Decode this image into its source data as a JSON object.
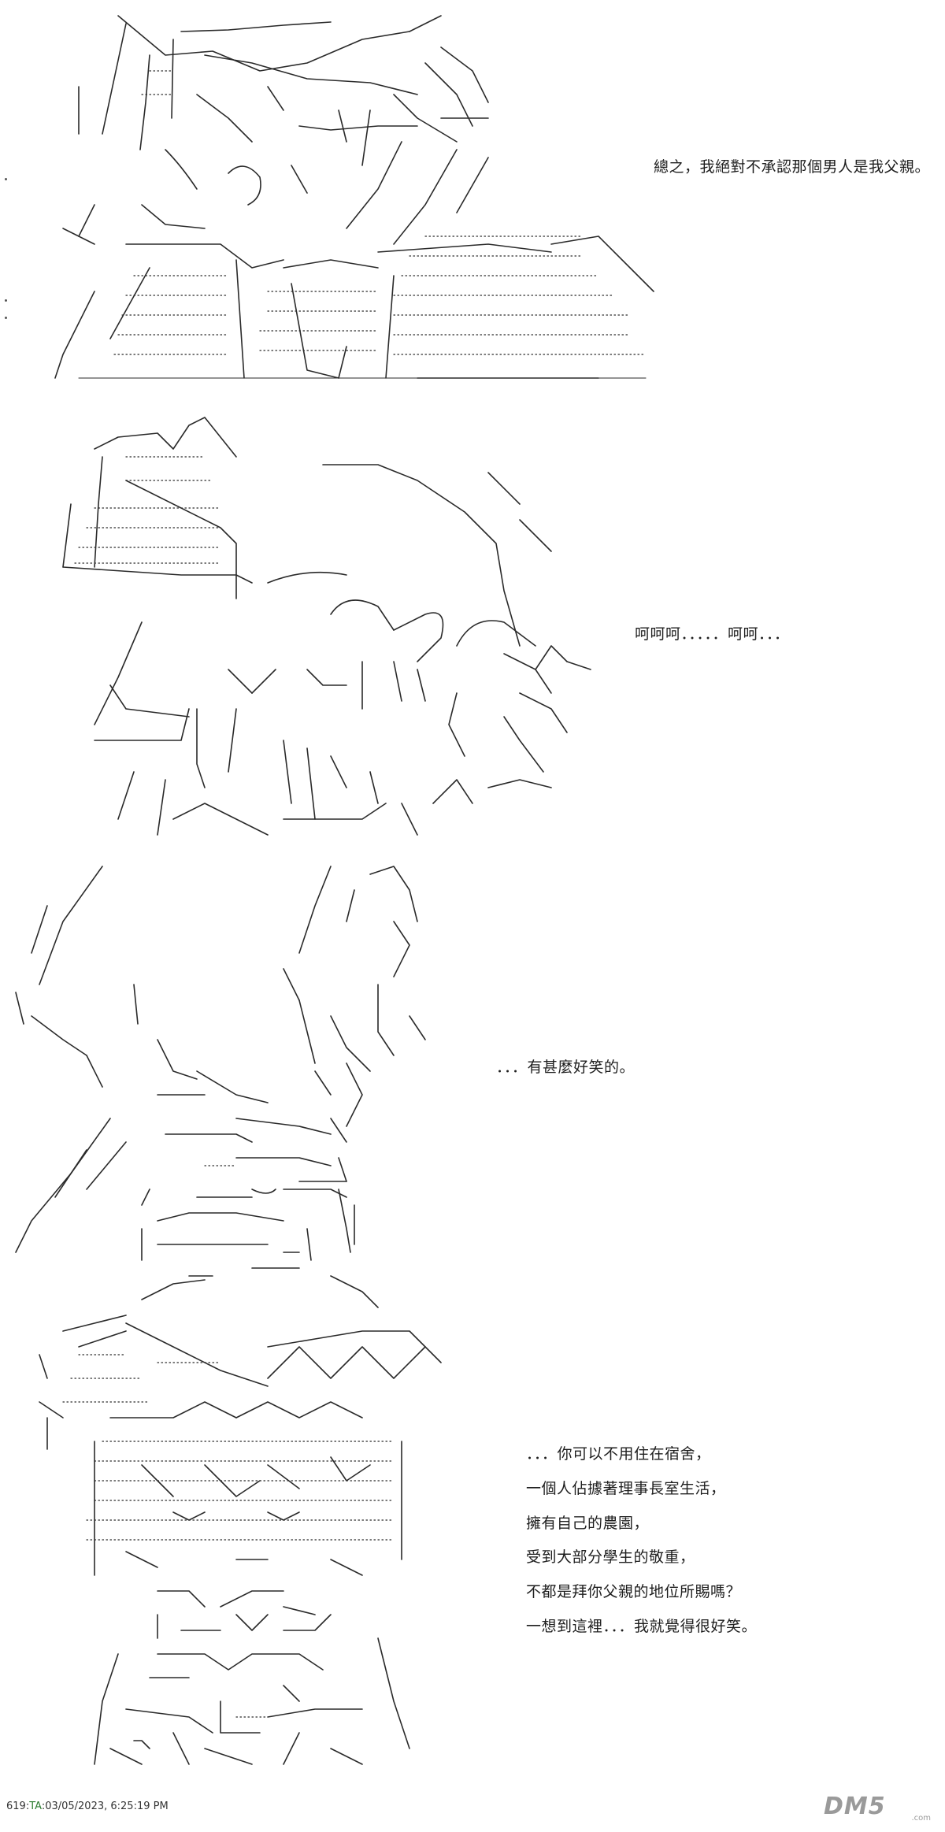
{
  "panels": [
    {
      "id": "panel-1",
      "lines": [
        "總之，我絕對不承認那個男人是我父親。"
      ]
    },
    {
      "id": "panel-2",
      "lines": [
        "呵呵呵．．．．．呵呵．．．"
      ]
    },
    {
      "id": "panel-3",
      "lines": [
        "．．．有甚麼好笑的。"
      ]
    },
    {
      "id": "panel-4",
      "lines": [
        "．．．你可以不用住在宿舍，",
        "一個人佔據著理事長室生活，",
        "擁有自己的農園，",
        "受到大部分學生的敬重，",
        "不都是拜你父親的地位所賜嗎？",
        "一想到這裡．．．我就覺得很好笑。"
      ]
    }
  ],
  "footer": {
    "post_number": "619:",
    "tag": "TA",
    "timestamp": ":03/05/2023, 6:25:19 PM"
  },
  "logo": {
    "text": "DM5",
    "subtext": ".com"
  }
}
